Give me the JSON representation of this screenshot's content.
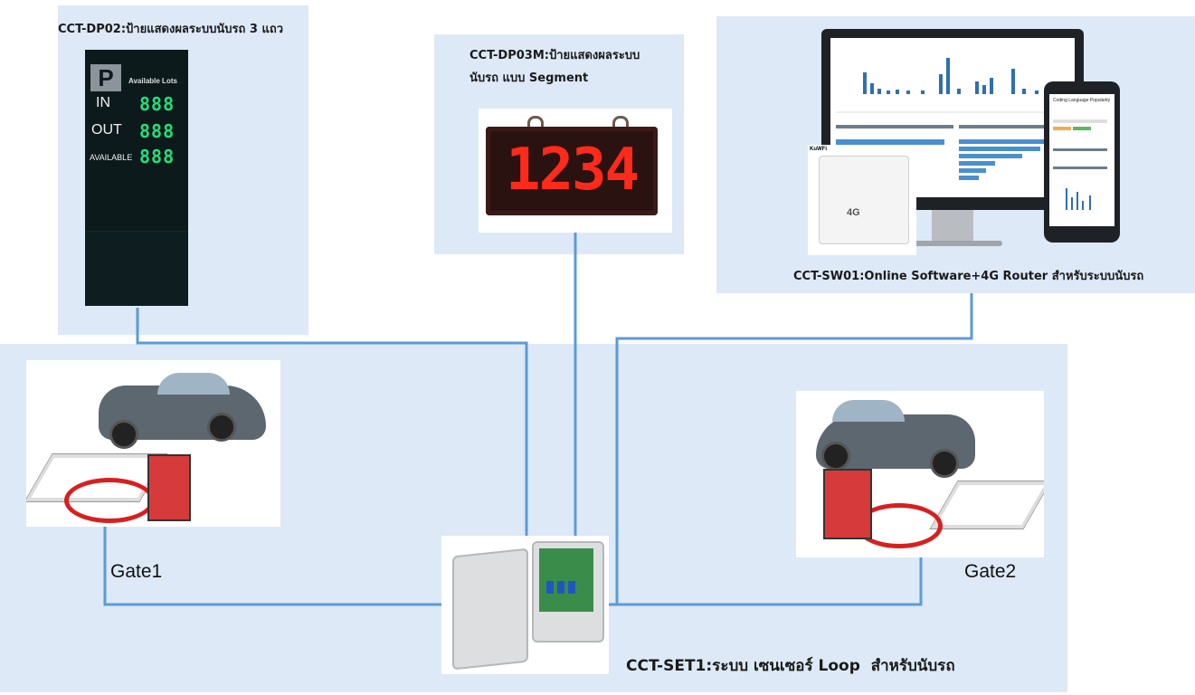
{
  "dp02": {
    "caption": "CCT-DP02:ป้ายแสดงผลระบบนับรถ 3 แถว",
    "sign": {
      "logo": "P",
      "title": "Available Lots",
      "rows": [
        {
          "label": "IN",
          "digits": "888"
        },
        {
          "label": "OUT",
          "digits": "888"
        },
        {
          "label": "AVAILABLE",
          "digits": "888"
        }
      ]
    }
  },
  "dp03m": {
    "caption_line1": "CCT-DP03M:ป้ายแสดงผลระบบ",
    "caption_line2": "นับรถ แบบ Segment",
    "digits": "1234"
  },
  "sw01": {
    "caption": "CCT-SW01:Online Software+4G Router สำหรับระบบนับรถ",
    "phone_title": "Coding Language Popularity",
    "router_brand": "KuWFi",
    "router_text": "4G"
  },
  "set1": {
    "caption": "CCT-SET1:ระบบ เซนเซอร์ Loop  สำหรับนับรถ"
  },
  "gates": {
    "gate1": "Gate1",
    "gate2": "Gate2"
  },
  "colors": {
    "panel": "#dde9f6",
    "wire": "#5b9bd5",
    "led_green": "#22e07a",
    "led_red": "#ff2a1a"
  }
}
